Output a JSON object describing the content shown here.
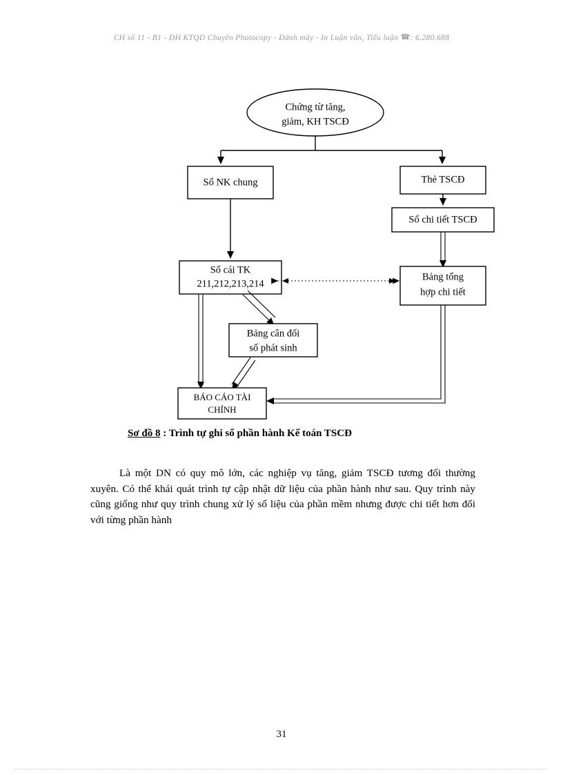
{
  "header": {
    "text_before_icon": "CH số 11 - B1 - ĐH KTQD Chuyên Photocopy - Đánh máy - In Luận văn, Tiểu luận ",
    "phone_icon": "☎",
    "text_after_icon": ": 6.280.688"
  },
  "diagram": {
    "nodes": {
      "source_ellipse": {
        "line1": "Chứng từ tăng,",
        "line2": "giảm, KH TSCĐ"
      },
      "journal": {
        "line1": "Sổ NK chung"
      },
      "card": {
        "line1": "Thẻ TSCĐ"
      },
      "detail_ledger": {
        "line1": "Sổ chi tiết TSCĐ"
      },
      "general_ledger": {
        "line1": "Sổ cái TK",
        "line2": "211,212,213,214"
      },
      "summary_table": {
        "line1": "Bảng tổng",
        "line2": "hợp chi tiết"
      },
      "trial_balance": {
        "line1": "Bảng cân đối",
        "line2": "số phát sinh"
      },
      "financial_report": {
        "line1": "BÁO CÁO TÀI",
        "line2": "CHÍNH"
      }
    }
  },
  "caption": {
    "label": "Sơ đồ 8",
    "separator": " :  ",
    "title": "Trình tự ghi sổ phần hành Kế toán TSCĐ"
  },
  "paragraph": {
    "text": "Là một DN có quy mô lớn, các nghiệp vụ tăng, giảm TSCĐ tương đối thường xuyên. Có thể khái quát trình tự cập nhật dữ liệu của phần hành như sau. Quy trình này cũng giống như quy trình chung xử lý số liệu của phần mềm nhưng được chi tiết hơn đối với từng phần hành"
  },
  "footer": {
    "page_number": "31"
  }
}
